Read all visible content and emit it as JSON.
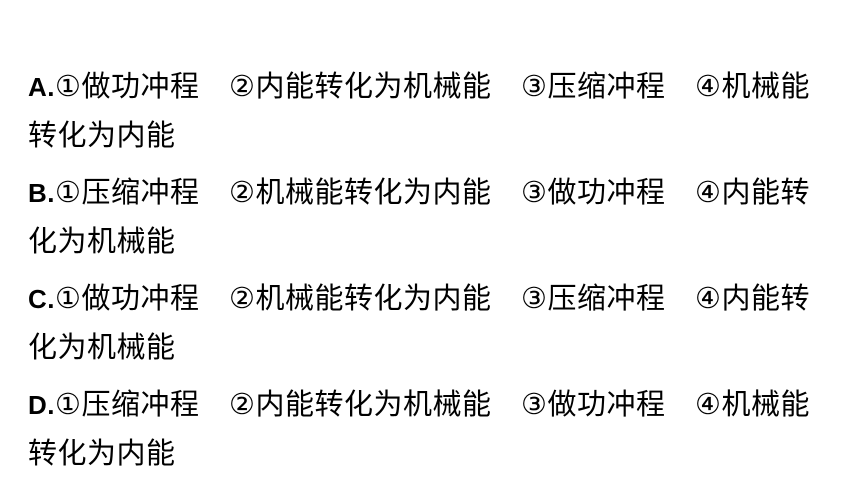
{
  "options": [
    {
      "letter": "A.",
      "text": "①做功冲程　②内能转化为机械能　③压缩冲程　④机械能转化为内能"
    },
    {
      "letter": "B.",
      "text": "①压缩冲程　②机械能转化为内能　③做功冲程　④内能转化为机械能"
    },
    {
      "letter": "C.",
      "text": "①做功冲程　②机械能转化为内能　③压缩冲程　④内能转化为机械能"
    },
    {
      "letter": "D.",
      "text": "①压缩冲程　②内能转化为机械能　③做功冲程　④机械能转化为内能"
    }
  ]
}
